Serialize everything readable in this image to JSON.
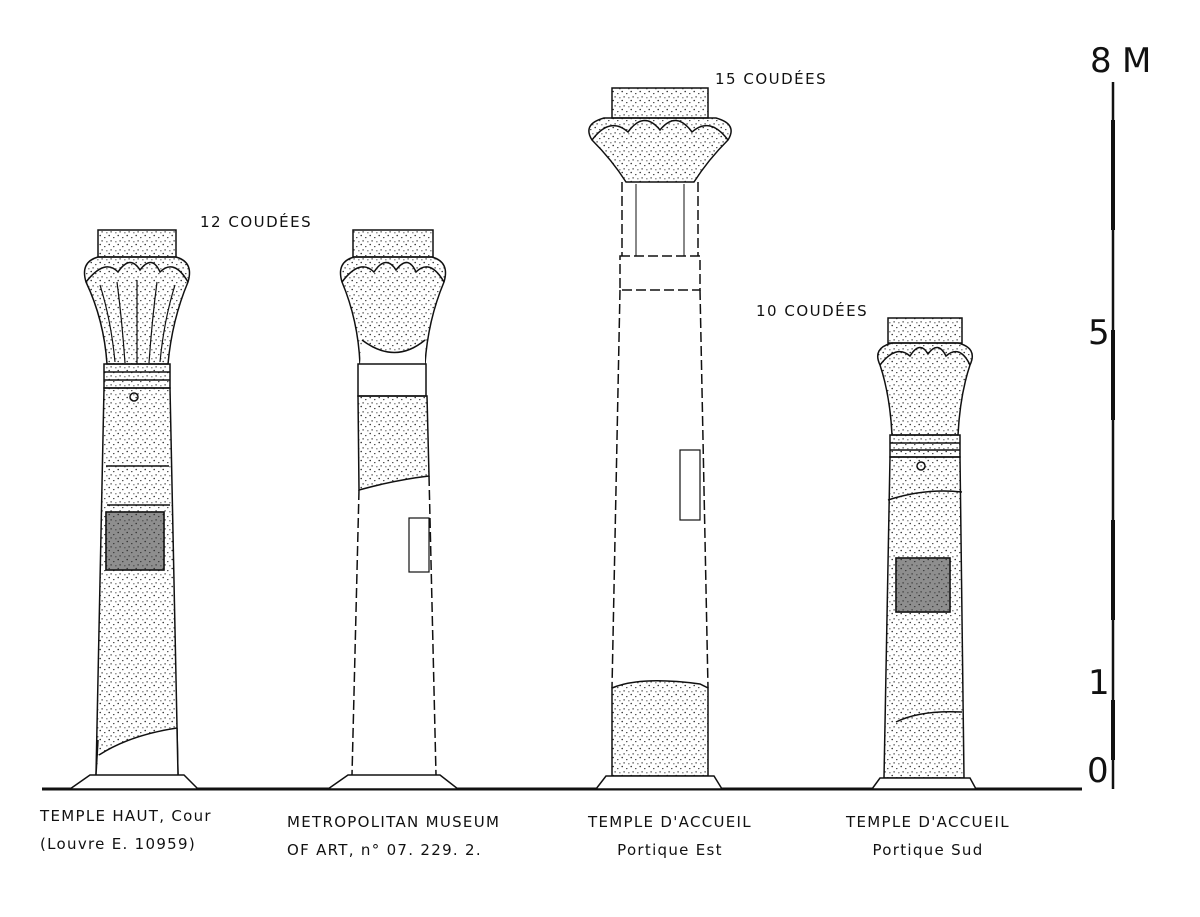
{
  "heights": {
    "h12": "12 COUDÉES",
    "h15": "15 COUDÉES",
    "h10": "10 COUDÉES"
  },
  "scale": {
    "top": "8",
    "unit": "M",
    "mid": "5",
    "low": "1",
    "zero": "0"
  },
  "columns": [
    {
      "line1": "TEMPLE HAUT, Cour",
      "line2": "(Louvre E. 10959)"
    },
    {
      "line1": "METROPOLITAN MUSEUM",
      "line2": "OF ART,     n° 07. 229. 2."
    },
    {
      "line1": "TEMPLE D'ACCUEIL",
      "line2": "Portique  Est"
    },
    {
      "line1": "TEMPLE D'ACCUEIL",
      "line2": "Portique  Sud"
    }
  ],
  "colors": {
    "ink": "#111111",
    "paper": "#ffffff"
  }
}
